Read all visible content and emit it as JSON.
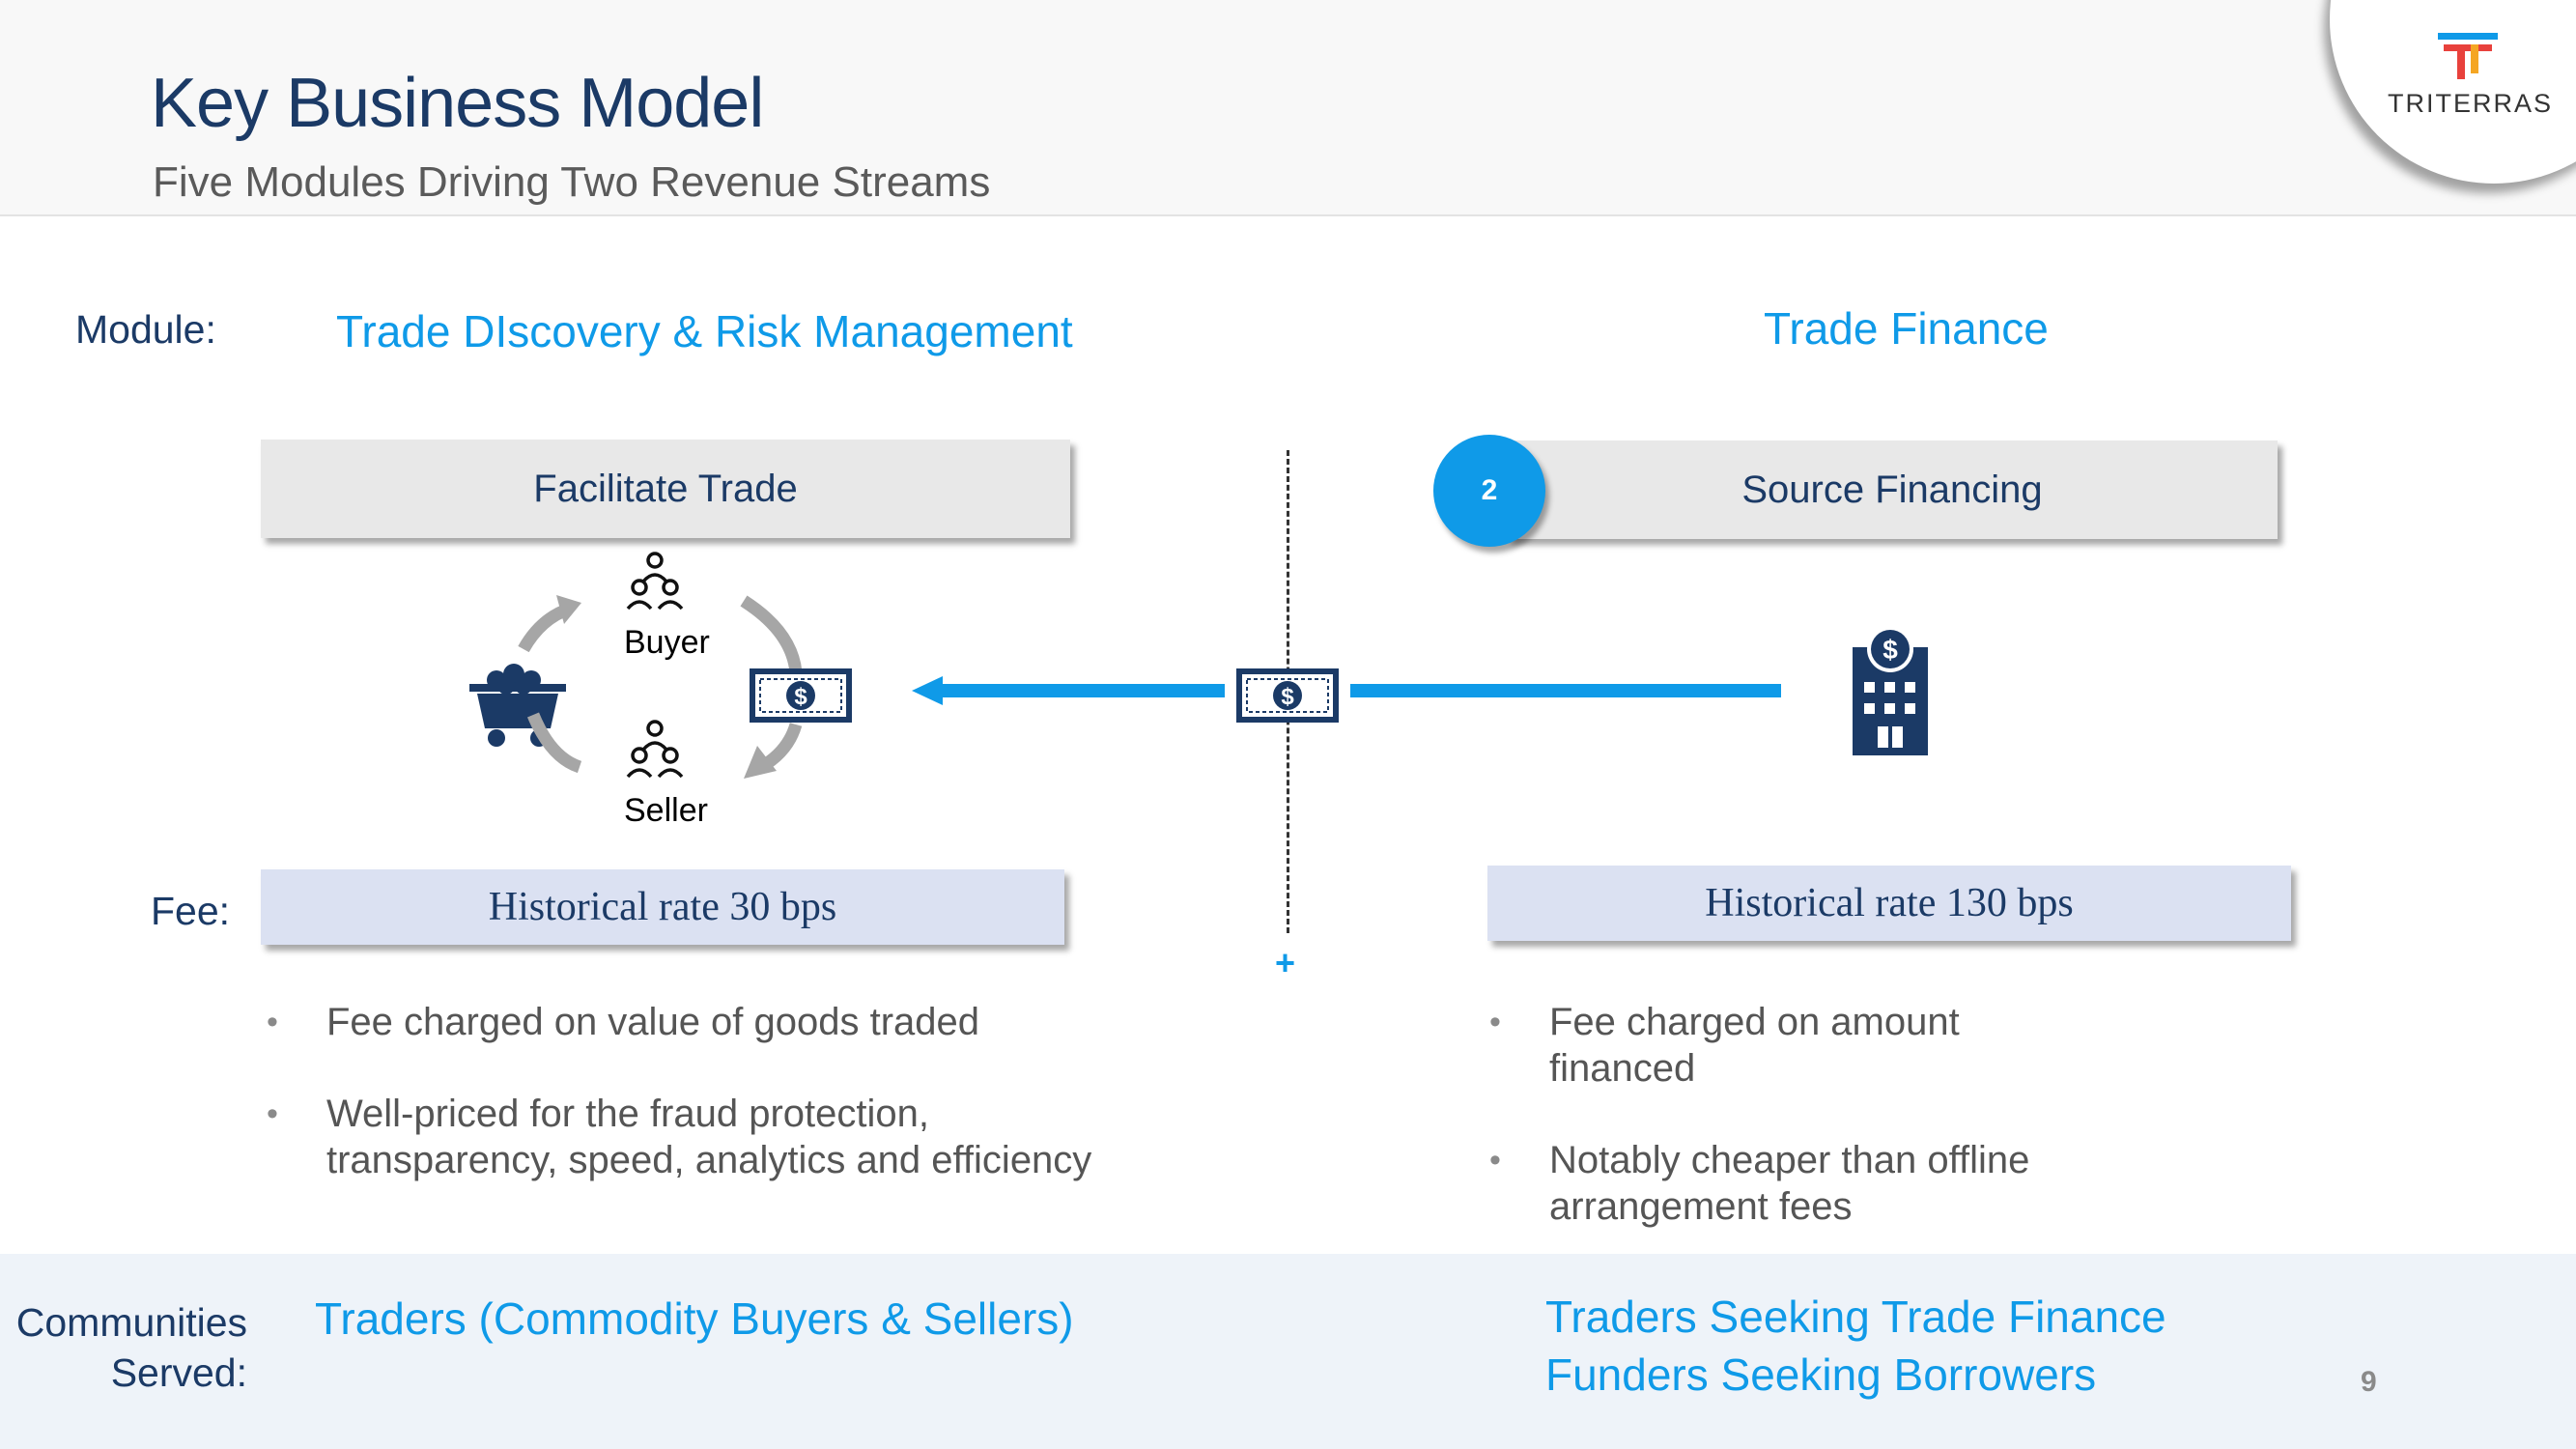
{
  "header": {
    "title": "Key Business Model",
    "subtitle": "Five Modules Driving Two Revenue Streams"
  },
  "logo": {
    "text": "TRITERRAS",
    "mark_colors": [
      "#0f9ae8",
      "#e8413c",
      "#f5a623"
    ]
  },
  "labels": {
    "module": "Module:",
    "fee": "Fee:",
    "communities_line1": "Communities",
    "communities_line2": "Served:"
  },
  "left": {
    "module_name": "Trade DIscovery & Risk Management",
    "box_label": "Facilitate Trade",
    "buyer_label": "Buyer",
    "seller_label": "Seller",
    "fee_text": "Historical rate 30 bps",
    "bullets": [
      "Fee charged on value of goods traded",
      "Well-priced for the fraud protection, transparency, speed, analytics and efficiency"
    ],
    "community": "Traders (Commodity Buyers & Sellers)"
  },
  "right": {
    "module_name": "Trade Finance",
    "badge": "2",
    "box_label": "Source Financing",
    "fee_text": "Historical rate 130 bps",
    "bullets": [
      "Fee charged on amount financed",
      "Notably cheaper than offline arrangement fees"
    ],
    "community_line1": "Traders Seeking Trade Finance",
    "community_line2": "Funders Seeking Borrowers"
  },
  "divider_plus": "+",
  "page_number": "9",
  "icons": {
    "cart": "mine-cart-icon",
    "people": "people-group-icon",
    "money": "dollar-bill-icon",
    "bank": "bank-building-icon",
    "cycle_arrows": "circular-arrows-icon"
  },
  "colors": {
    "navy": "#1b3a66",
    "accent_blue": "#0f9ae8",
    "fee_box": "#dbe1f2",
    "gray_box": "#e8e8e8",
    "footer_bg": "#eef3f9"
  }
}
